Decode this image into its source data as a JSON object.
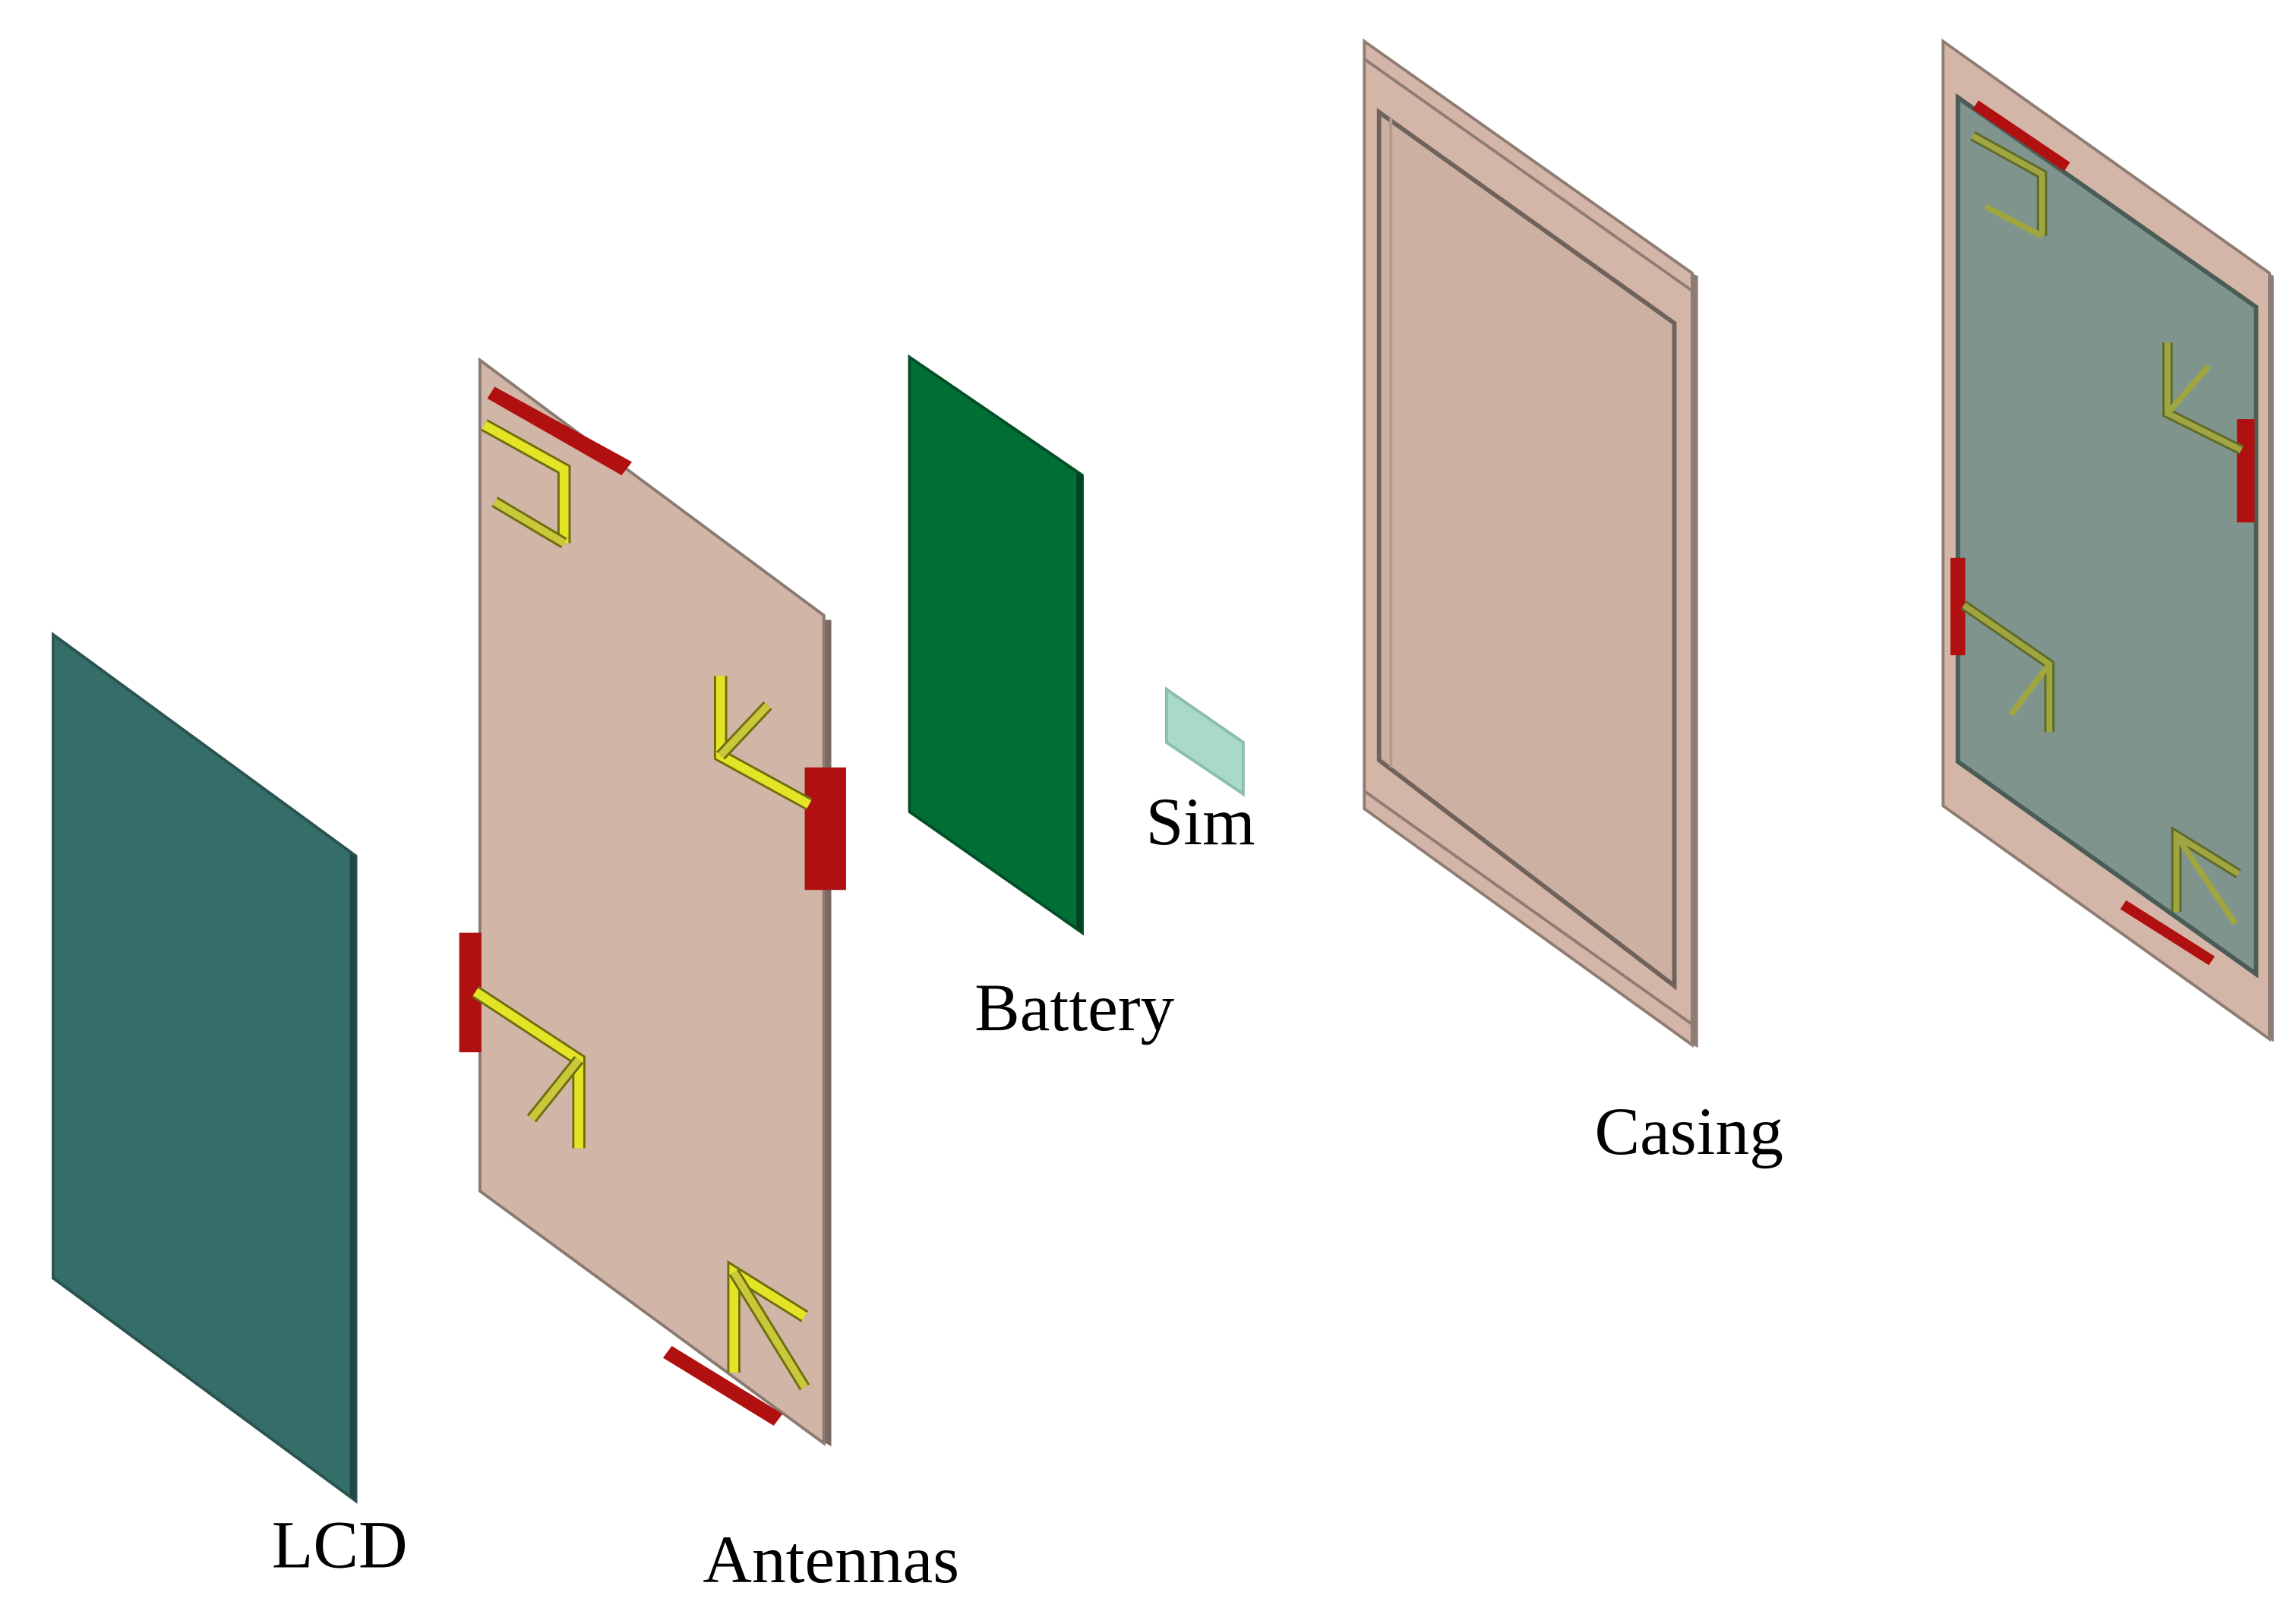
{
  "labels": {
    "lcd": "LCD",
    "antennas": "Antennas",
    "battery": "Battery",
    "sim": "Sim",
    "casing": "Casing"
  },
  "colors": {
    "lcd": "#356d69",
    "board": "#d1b5a6",
    "board_edge": "#8a7a72",
    "antenna_arm": "#e0e020",
    "feed": "#b01010",
    "battery": "#016f35",
    "sim": "#a9d9c8",
    "casing_frame": "#d4b6a8",
    "assembled_screen": "#7f948c"
  }
}
